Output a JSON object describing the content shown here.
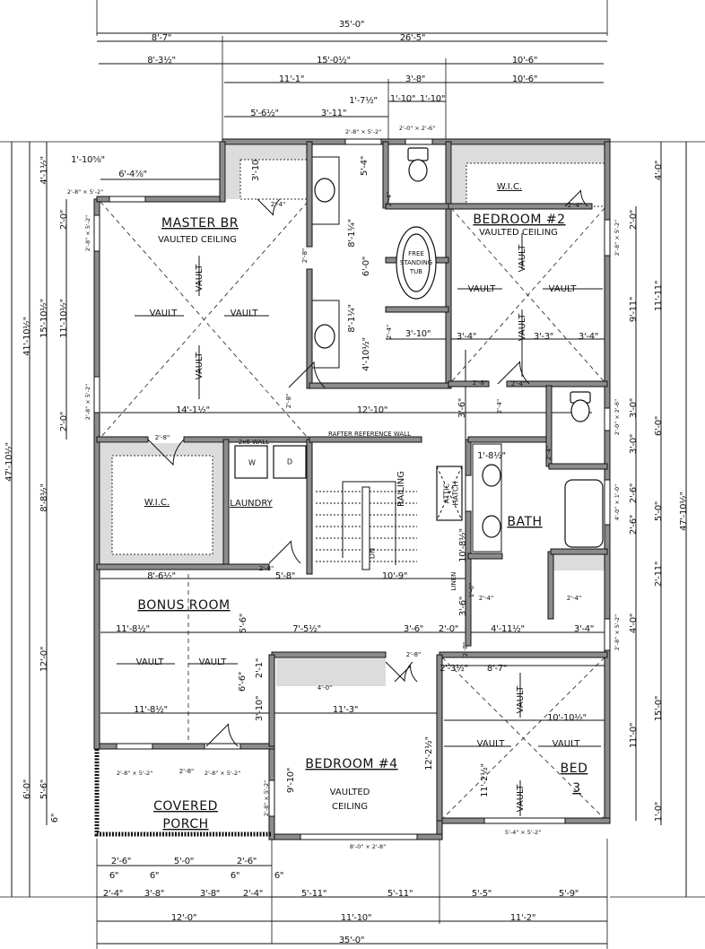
{
  "rooms": [
    "MASTER BR",
    "W.I.C.",
    "BEDROOM #2",
    "W.I.C.",
    "LAUNDRY",
    "BATH",
    "BONUS ROOM",
    "BEDROOM #4",
    "BED",
    "3",
    "COVERED",
    "PORCH",
    "LINEN"
  ],
  "ceiling_notes": [
    "VAULTED CEILING",
    "VAULTED CEILING",
    "VAULTED",
    "CEILING"
  ],
  "vault_labels": [
    "VAULT",
    "VAULT",
    "VAULT",
    "VAULT",
    "VAULT",
    "VAULT",
    "VAULT",
    "VAULT",
    "VAULT",
    "VAULT",
    "VAULT",
    "VAULT",
    "VAULT",
    "VAULT"
  ],
  "fixtures": [
    "FREE",
    "STANDING",
    "TUB",
    "W",
    "D",
    "DN",
    "RAILING",
    "ATTIC",
    "HATCH",
    "RAFTER REFERENCE WALL",
    "2x6 WALL"
  ],
  "dimensions": {
    "top": [
      "35'-0\"",
      "8'-7\"",
      "26'-5\"",
      "8'-3½\"",
      "15'-0½\"",
      "10'-6\"",
      "11'-1\"",
      "3'-8\"",
      "10'-6\"",
      "5'-6½\"",
      "3'-11\"",
      "1'-7½\"",
      "1'-10\"",
      "1'-10\"",
      "1'-10⅝\"",
      "6'-4⅞\""
    ],
    "left": [
      "47'-10½\"",
      "41'-10½\"",
      "4'-1½\"",
      "15'-10½\"",
      "8'-8½\"",
      "12'-0\"",
      "6'-0\"",
      "5'-6\"",
      "6\"",
      "2'-0\"",
      "11'-10½\"",
      "2'-0\""
    ],
    "right": [
      "4'-0\"",
      "2'-0\"",
      "9'-11\"",
      "11'-11\"",
      "3'-0\"",
      "3'-0\"",
      "6'-0\"",
      "2'-6\"",
      "2'-6\"",
      "5'-0\"",
      "2'-11\"",
      "4'-0\"",
      "11'-0\"",
      "15'-0\"",
      "1'-0\"",
      "47'-10½\""
    ],
    "bottom": [
      "2'-6\"",
      "5'-0\"",
      "2'-6\"",
      "6\"",
      "6\"",
      "6\"",
      "6\"",
      "2'-4\"",
      "3'-8\"",
      "3'-8\"",
      "2'-4\"",
      "5'-11\"",
      "5'-11\"",
      "5'-5\"",
      "5'-9\"",
      "12'-0\"",
      "11'-10\"",
      "11'-2\"",
      "35'-0\""
    ],
    "interior": [
      "14'-1½\"",
      "12'-10\"",
      "2'-8\"",
      "3'-10",
      "2'-4\"",
      "5'-4\"",
      "2'-4\"",
      "8'-1¼\"",
      "6'-0\"",
      "8'-1¼\"",
      "4'-10½\"",
      "2'-4\"",
      "3'-10\"",
      "2'-8\"",
      "2'-4\"",
      "3'-4\"",
      "3'-3\"",
      "3'-4\"",
      "2'-8\"",
      "2'-4\"",
      "2'-8\"",
      "2'-8\"",
      "3'-6\"",
      "2'-4\"",
      "1'-8½\"",
      "2'-4\"",
      "10'-8½\"",
      "1'-6\"",
      "2'-4\"",
      "2'-4\"",
      "8'-6½\"",
      "5'-8\"",
      "10'-9\"",
      "5'-6\"",
      "3'-6\"",
      "2'-8\"",
      "11'-8½\"",
      "7'-5½\"",
      "3'-6\"",
      "2'-0\"",
      "4'-11½\"",
      "3'-4\"",
      "6'-6\"",
      "2'-1\"",
      "3'-10\"",
      "11'-8½\"",
      "11'-3\"",
      "2'-8\"",
      "4'-0\"",
      "2'-3½\"",
      "8'-7\"",
      "10'-10½\"",
      "12'-2½\"",
      "11'-2½\"",
      "9'-10\"",
      "2'-8\""
    ]
  },
  "window_sizes": [
    "2'-8\" × 5'-2\"",
    "2'-0\" × 2'-6\"",
    "2'-8\" × 5'-2\"",
    "2'-8\" × 5'-2\"",
    "2'-8\" × 5'-2\"",
    "2'-8\" × 5'-2\"",
    "2'-0\" × 2'-6\"",
    "4'-0\" × 1'-0\"",
    "2'-8\" × 5'-2\"",
    "2'-8\" × 5'-2\"",
    "2'-8\" × 5'-2\"",
    "2'-8\" × 5'-2\"",
    "8'-0\" × 2'-8\"",
    "5'-4\" × 5'-2\""
  ]
}
